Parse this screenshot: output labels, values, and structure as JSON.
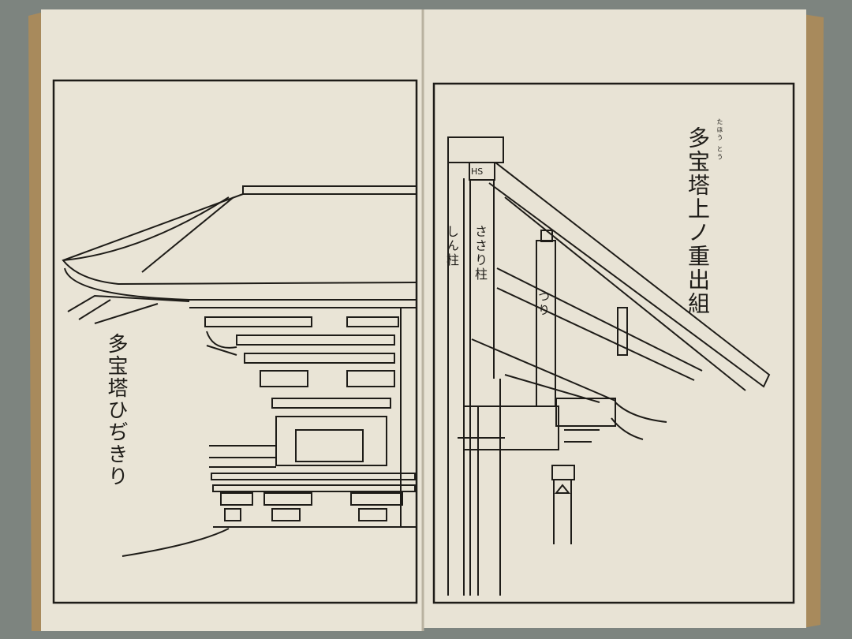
{
  "book": {
    "left_page": {
      "label": "多宝塔ひぢきり"
    },
    "right_page": {
      "title": "多宝塔上ノ重出組",
      "title_ruby": "たほう とう",
      "pillar_labels": [
        "しん柱",
        "ささり柱",
        "つり"
      ],
      "block_mark": "HS"
    },
    "colors": {
      "paper": "#e9e4d6",
      "ink": "#1e1c18",
      "background": "#7d847f",
      "page_edge": "#a88a5c"
    }
  }
}
